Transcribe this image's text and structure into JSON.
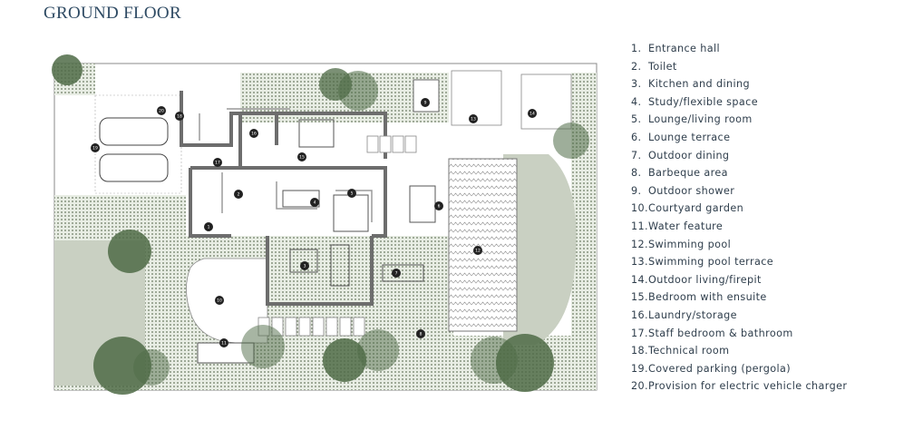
{
  "title": "GROUND FLOOR",
  "legend": [
    {
      "num": "1.",
      "label": "Entrance hall"
    },
    {
      "num": "2.",
      "label": "Toilet"
    },
    {
      "num": "3.",
      "label": "Kitchen and dining"
    },
    {
      "num": "4.",
      "label": "Study/flexible space"
    },
    {
      "num": "5.",
      "label": "Lounge/living room"
    },
    {
      "num": "6.",
      "label": "Lounge terrace"
    },
    {
      "num": "7.",
      "label": "Outdoor dining"
    },
    {
      "num": "8.",
      "label": "Barbeque area"
    },
    {
      "num": "9.",
      "label": "Outdoor shower"
    },
    {
      "num": "10.",
      "label": "Courtyard garden"
    },
    {
      "num": "11.",
      "label": "Water feature"
    },
    {
      "num": "12.",
      "label": "Swimming pool"
    },
    {
      "num": "13.",
      "label": "Swimming pool terrace"
    },
    {
      "num": "14.",
      "label": "Outdoor living/firepit"
    },
    {
      "num": "15.",
      "label": "Bedroom with ensuite"
    },
    {
      "num": "16.",
      "label": "Laundry/storage"
    },
    {
      "num": "17.",
      "label": "Staff bedroom & bathroom"
    },
    {
      "num": "18.",
      "label": "Technical room"
    },
    {
      "num": "19.",
      "label": "Covered parking (pergola)"
    },
    {
      "num": "20.",
      "label": "Provision for electric vehicle charger"
    }
  ],
  "plan_markers": [
    "1",
    "2",
    "3",
    "4",
    "5",
    "6",
    "7",
    "8",
    "9",
    "10",
    "11",
    "12",
    "13",
    "14",
    "15",
    "16",
    "17",
    "18",
    "19",
    "20"
  ],
  "colors": {
    "title": "#2e4a63",
    "legend_text": "#2f3e4c",
    "lawn": "#c9d0c2",
    "planting": "#e6ebe2",
    "wall": "#6d6d6d",
    "tree": "#4f6b47",
    "marker": "#222222"
  }
}
